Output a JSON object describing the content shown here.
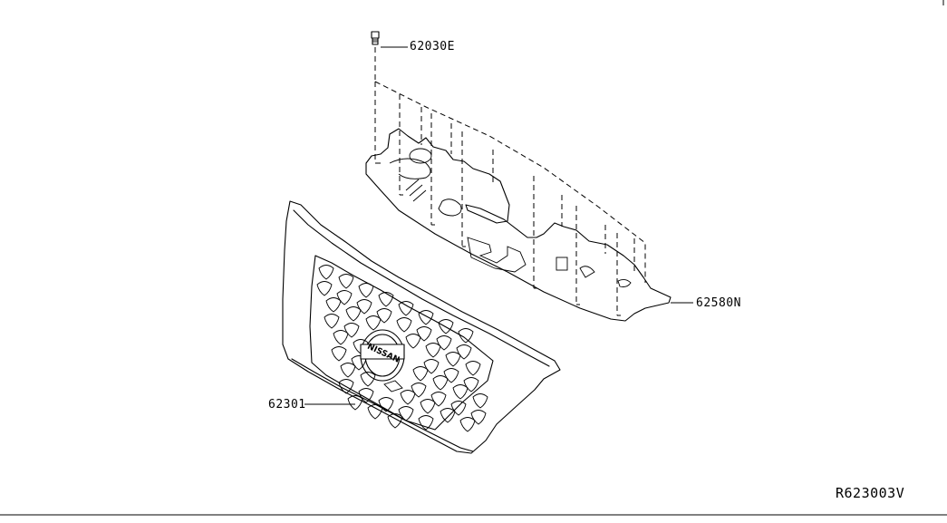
{
  "parts": [
    {
      "id": "clip",
      "part_number": "62030E"
    },
    {
      "id": "upper-cover",
      "part_number": "62580N"
    },
    {
      "id": "front-grille",
      "part_number": "62301"
    }
  ],
  "emblem_text": "NISSAN",
  "diagram_code": "R623003V",
  "colors": {
    "line": "#000000",
    "background": "#ffffff"
  }
}
